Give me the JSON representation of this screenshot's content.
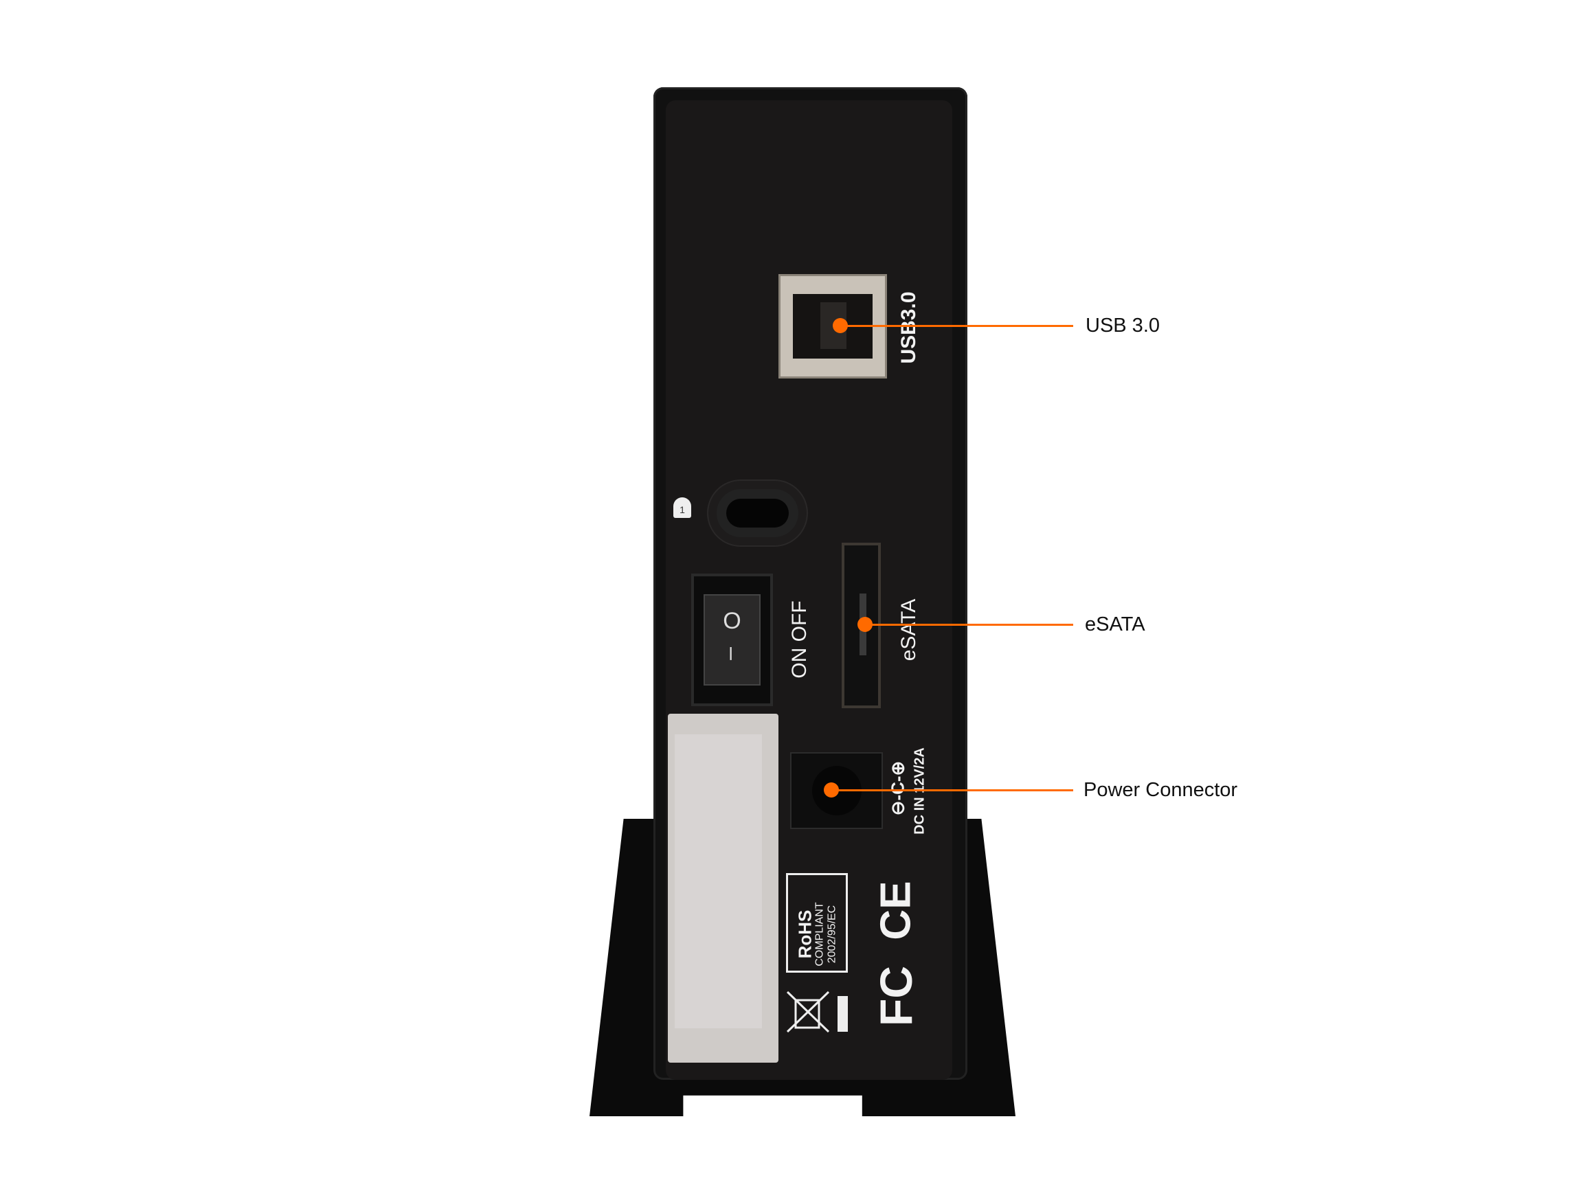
{
  "device": {
    "port_labels": {
      "usb": "USB3.0",
      "esata": "eSATA",
      "switch": "ON  OFF",
      "switch_on_symbol": "–",
      "switch_off_symbol": "O",
      "power": "DC IN 12V/2A",
      "polarity": "⊖-C-⊕"
    },
    "compliance": {
      "rohs_title": "RoHS",
      "rohs_sub1": "COMPLIANT",
      "rohs_sub2": "2002/95/EC",
      "ce": "CE",
      "fcc": "FC"
    }
  },
  "callouts": [
    {
      "label": "USB 3.0"
    },
    {
      "label": "eSATA"
    },
    {
      "label": "Power Connector"
    }
  ],
  "colors": {
    "callout": "#ff6a00"
  }
}
